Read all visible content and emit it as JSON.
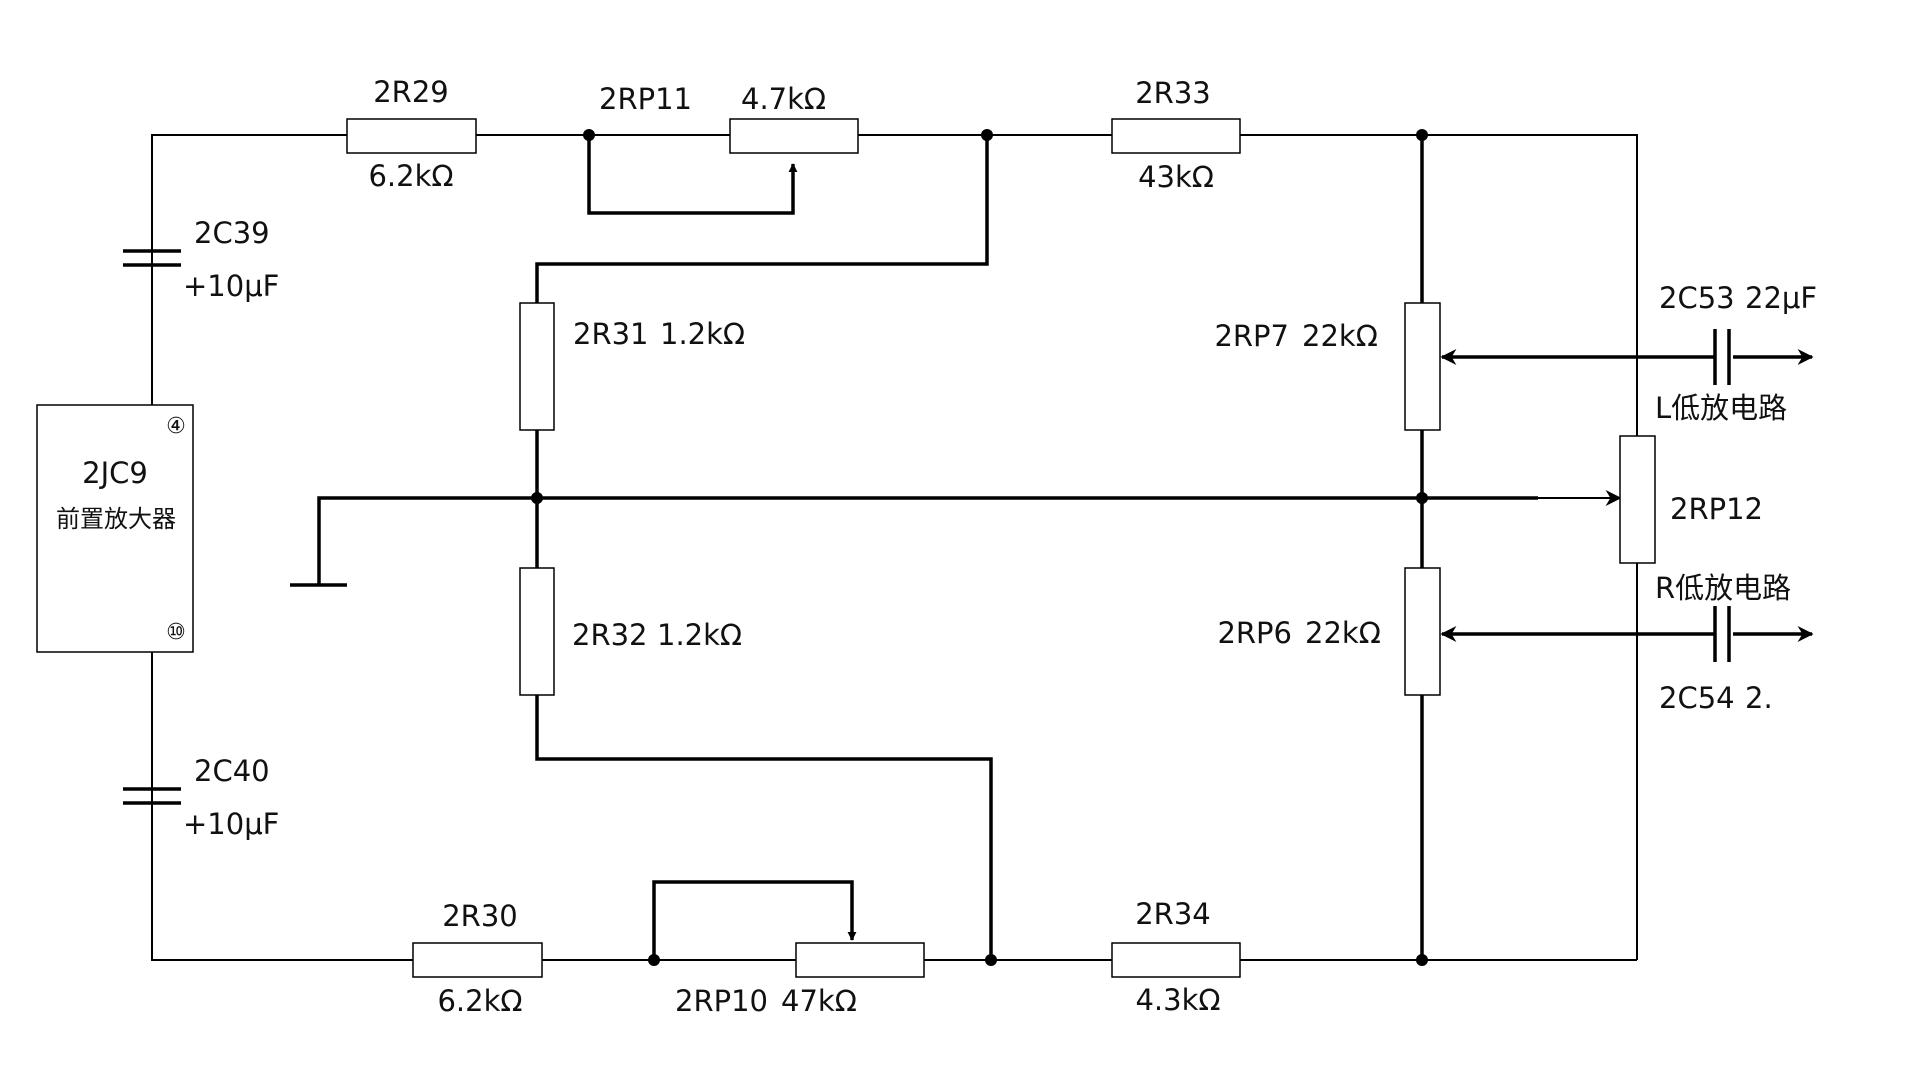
{
  "components": {
    "r29": {
      "ref": "2R29",
      "value": "6.2kΩ"
    },
    "rp11": {
      "ref": "2RP11",
      "value": "4.7kΩ"
    },
    "r33": {
      "ref": "2R33",
      "value": "43kΩ"
    },
    "c39": {
      "ref": "2C39",
      "value": "+10μF"
    },
    "r31": {
      "ref": "2R31",
      "value": "1.2kΩ"
    },
    "rp7": {
      "ref": "2RP7",
      "value": "22kΩ"
    },
    "c53": {
      "ref": "2C53",
      "value": "22μF"
    },
    "rp12": {
      "ref": "2RP12"
    },
    "ic": {
      "ref": "2JC9",
      "name": "前置放大器",
      "pin_top": "④",
      "pin_bottom": "⑩"
    },
    "r32": {
      "ref": "2R32",
      "value": "1.2kΩ"
    },
    "rp6": {
      "ref": "2RP6",
      "value": "22kΩ"
    },
    "c54": {
      "ref": "2C54",
      "value": "2."
    },
    "c40": {
      "ref": "2C40",
      "value": "+10μF"
    },
    "r30": {
      "ref": "2R30",
      "value": "6.2kΩ"
    },
    "rp10": {
      "ref": "2RP10",
      "value": "47kΩ"
    },
    "r34": {
      "ref": "2R34",
      "value": "4.3kΩ"
    }
  },
  "outputs": {
    "left": "L低放电路",
    "right": "R低放电路"
  }
}
